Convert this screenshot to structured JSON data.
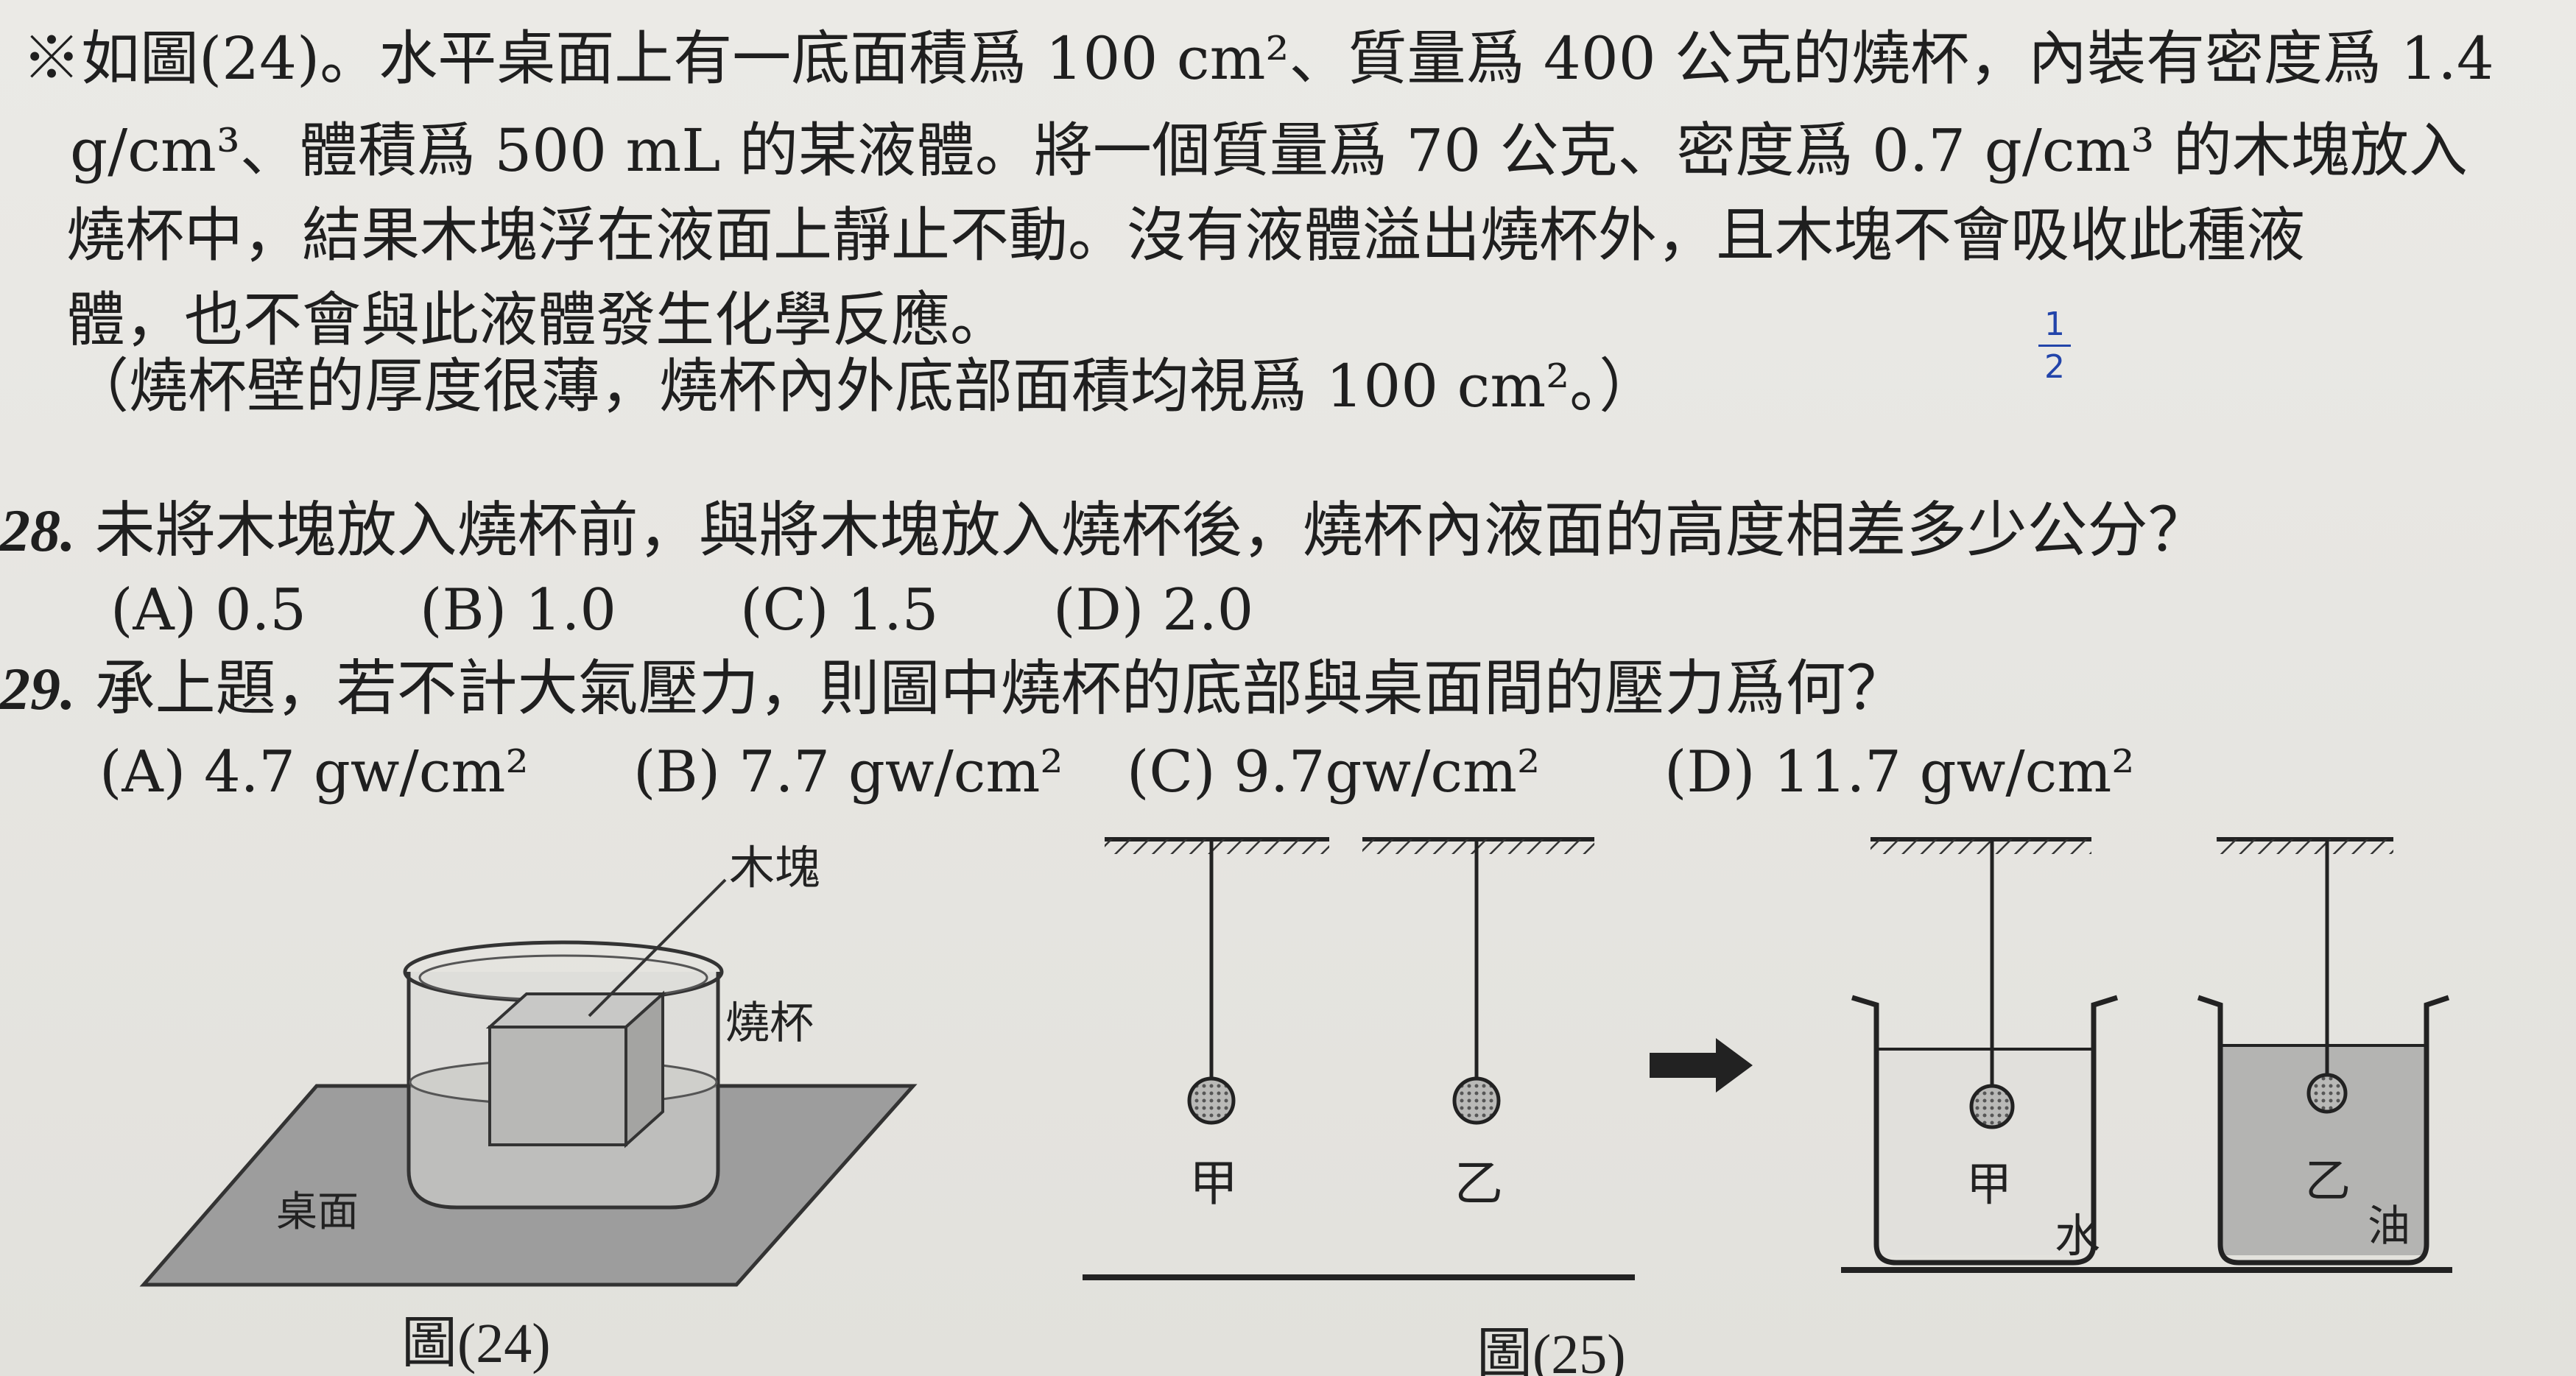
{
  "intro": {
    "line1": "※如圖(24)。水平桌面上有一底面積爲 100 cm²、質量爲 400 公克的燒杯，內裝有密度爲 1.4",
    "line2": "g/cm³、體積爲 500 mL 的某液體。將一個質量爲 70 公克、密度爲 0.7 g/cm³ 的木塊放入",
    "line3": "燒杯中，結果木塊浮在液面上靜止不動。沒有液體溢出燒杯外，且木塊不會吸收此種液",
    "line4": "體，也不會與此液體發生化學反應。",
    "line5": "（燒杯壁的厚度很薄，燒杯內外底部面積均視爲 100 cm²。）"
  },
  "handwritten_note": {
    "numerator": "1",
    "denominator": "2"
  },
  "q28": {
    "number": "28.",
    "text": "未將木塊放入燒杯前，與將木塊放入燒杯後，燒杯內液面的高度相差多少公分？",
    "options": [
      "(A) 0.5",
      "(B) 1.0",
      "(C) 1.5",
      "(D) 2.0"
    ]
  },
  "q29": {
    "number": "29.",
    "text": "承上題，若不計大氣壓力，則圖中燒杯的底部與桌面間的壓力爲何？",
    "options": [
      "(A) 4.7 gw/cm²",
      "(B) 7.7 gw/cm²",
      "(C) 9.7gw/cm²",
      "(D) 11.7 gw/cm²"
    ]
  },
  "figure24": {
    "label_block": "木塊",
    "label_beaker": "燒杯",
    "label_table": "桌面",
    "caption": "圖(24)"
  },
  "figure25": {
    "label_ball1": "甲",
    "label_ball2": "乙",
    "label_ball1_in": "甲",
    "label_ball2_in": "乙",
    "label_water": "水",
    "label_oil": "油",
    "caption": "圖(25)"
  }
}
